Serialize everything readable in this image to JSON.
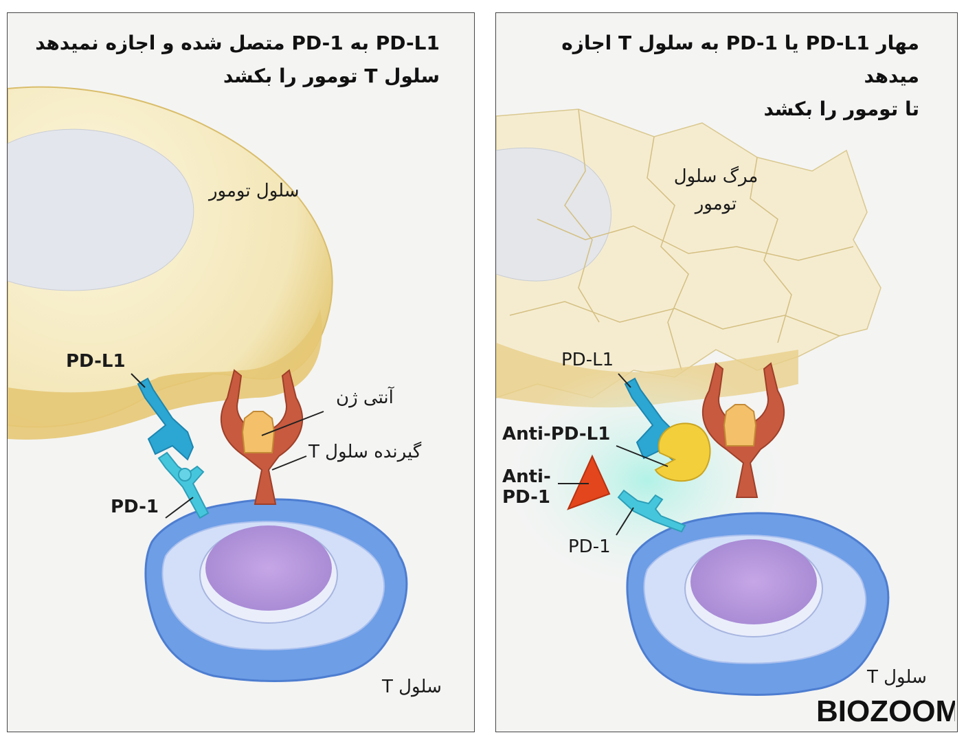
{
  "left_panel": {
    "title_line1": "PD-L1 به PD-1 متصل شده و اجازه نمیدهد",
    "title_line2": "سلول T تومور را بکشد",
    "label_tumor_cell": "سلول تومور",
    "label_pdl1": "PD-L1",
    "label_pd1": "PD-1",
    "label_antigen": "آنتی ژن",
    "label_tcr": "گیرنده سلول T",
    "label_tcell": "سلول T"
  },
  "right_panel": {
    "title_line1": "مهار PD-L1 یا PD-1 به سلول T اجازه میدهد",
    "title_line2": "تا تومور را بکشد",
    "label_dead_tumor_line1": "مرگ سلول",
    "label_dead_tumor_line2": "تومور",
    "label_pdl1": "PD-L1",
    "label_anti_pdl1": "Anti-PD-L1",
    "label_anti_pd1_line1": "Anti-",
    "label_anti_pd1_line2": "PD-1",
    "label_pd1": "PD-1",
    "label_tcell": "سلول T"
  },
  "logo": {
    "text": "BIOZOOM"
  },
  "colors": {
    "tumor": "#f6ecc6",
    "tumor_edge": "#e9cf7d",
    "nucleus": "#e2e6ee",
    "tcell_outer": "#5b8fe0",
    "tcell_membrane": "#cfdcf8",
    "tcell_nucleus": "#b99ad9",
    "pd1": "#3cc3d8",
    "pdl1": "#2aa3cf",
    "tcr": "#c0573c",
    "antigen": "#f5c77a",
    "anti_pdl1": "#f2cf3c",
    "anti_pd1": "#e3461c",
    "glow": "#b6f0e8"
  }
}
